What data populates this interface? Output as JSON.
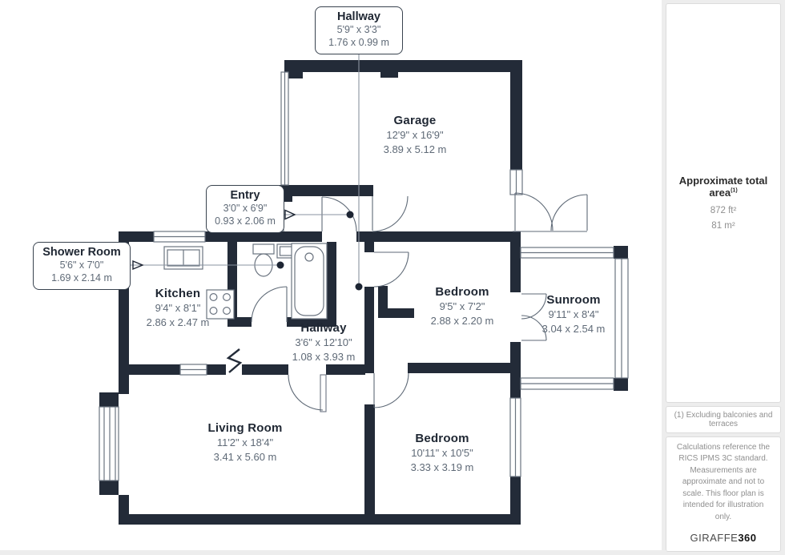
{
  "plan": {
    "callouts": [
      {
        "name": "Hallway",
        "imperial": "5'9\" x 3'3\"",
        "metric": "1.76 x 0.99 m"
      },
      {
        "name": "Entry",
        "imperial": "3'0\" x 6'9\"",
        "metric": "0.93 x 2.06 m"
      },
      {
        "name": "Shower Room",
        "imperial": "5'6\" x 7'0\"",
        "metric": "1.69 x 2.14 m"
      }
    ],
    "rooms": [
      {
        "name": "Garage",
        "imperial": "12'9\" x 16'9\"",
        "metric": "3.89 x 5.12 m"
      },
      {
        "name": "Kitchen",
        "imperial": "9'4\" x 8'1\"",
        "metric": "2.86 x 2.47 m"
      },
      {
        "name": "Hallway",
        "imperial": "3'6\" x 12'10\"",
        "metric": "1.08 x 3.93 m"
      },
      {
        "name": "Bedroom",
        "imperial": "9'5\" x 7'2\"",
        "metric": "2.88 x 2.20 m"
      },
      {
        "name": "Sunroom",
        "imperial": "9'11\" x 8'4\"",
        "metric": "3.04 x 2.54 m"
      },
      {
        "name": "Living Room",
        "imperial": "11'2\" x 18'4\"",
        "metric": "3.41 x 5.60 m"
      },
      {
        "name": "Bedroom",
        "imperial": "10'11\" x 10'5\"",
        "metric": "3.33 x 3.19 m"
      }
    ]
  },
  "sidebar": {
    "total_area": {
      "label": "Approximate total area",
      "footnote_marker": "(1)",
      "value_imperial": "872 ft²",
      "value_metric": "81 m²"
    },
    "footnote": "(1) Excluding balconies and terraces",
    "disclaimer": "Calculations reference the RICS IPMS 3C standard. Measurements are approximate and not to scale. This floor plan is intended for illustration only.",
    "brand": {
      "name": "GIRAFFE",
      "suffix": "360"
    }
  },
  "colors": {
    "wall": "#232b38",
    "line": "#6b7480",
    "title_text": "#1f2733",
    "dim_text": "#5f6a77",
    "sidebar_bg": "#ededed"
  }
}
